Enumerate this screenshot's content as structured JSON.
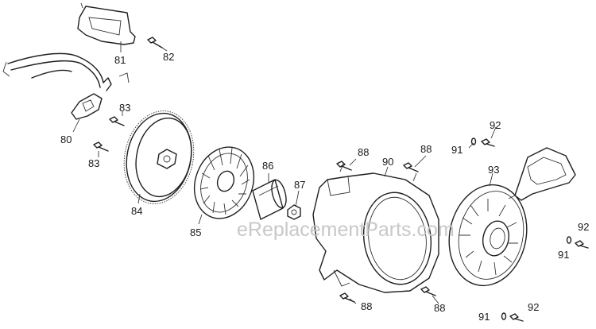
{
  "diagram": {
    "callouts": [
      "80",
      "81",
      "82",
      "83",
      "83",
      "84",
      "85",
      "86",
      "87",
      "88",
      "88",
      "88",
      "88",
      "90",
      "91",
      "92",
      "91",
      "92",
      "91",
      "92",
      "93"
    ]
  },
  "watermark": "eReplacementParts.com"
}
